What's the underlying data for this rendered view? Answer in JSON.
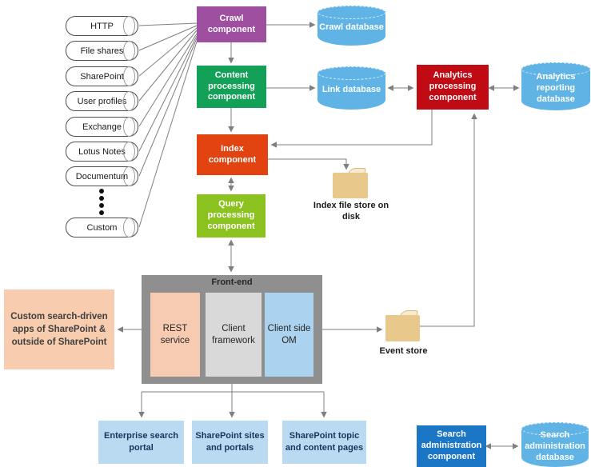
{
  "sources": {
    "items": [
      "HTTP",
      "File shares",
      "SharePoint",
      "User profiles",
      "Exchange",
      "Lotus Notes",
      "Documentum",
      "Custom"
    ]
  },
  "components": {
    "crawl": "Crawl component",
    "content": "Content processing component",
    "index": "Index component",
    "query": "Query processing component",
    "analytics": "Analytics processing component",
    "search_admin": "Search administration component"
  },
  "databases": {
    "crawl": "Crawl database",
    "link": "Link database",
    "analytics_reporting": "Analytics reporting database",
    "search_admin": "Search administration database"
  },
  "stores": {
    "index_file": "Index file store on disk",
    "event": "Event store"
  },
  "frontend": {
    "title": "Front-end",
    "rest": "REST service",
    "client_framework": "Client framework",
    "client_side_om": "Client side OM"
  },
  "apps": {
    "custom": "Custom search-driven apps of SharePoint & outside of SharePoint"
  },
  "outputs": [
    "Enterprise search portal",
    "SharePoint sites and portals",
    "SharePoint topic and content pages"
  ],
  "colors": {
    "crawl": "#9e4f9f",
    "content": "#12a156",
    "index": "#e24310",
    "query": "#8cc220",
    "analytics": "#c00b15",
    "database": "#5fb4e5",
    "search_admin": "#1b76c5",
    "frontend_frame": "#8f8f8f",
    "rest": "#f7cbb2",
    "client_framework": "#d9d9d9",
    "client_side_om": "#abd3ef",
    "custom_apps": "#f8ccae",
    "output": "#b9daf1",
    "folder": "#e9c88b",
    "connector": "#7f7f7f"
  }
}
